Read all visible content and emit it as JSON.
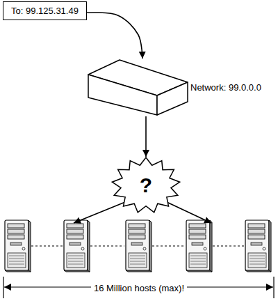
{
  "diagram": {
    "nodes": [
      {
        "text": [
          "To: 99.125.31.49"
        ]
      },
      {
        "text": [
          "Network: 99.0.0.0"
        ]
      },
      {
        "text": [
          "?"
        ]
      }
    ],
    "edges": [
      {
        "from": 0,
        "to": 1,
        "arrow": "to"
      },
      {
        "from": 1,
        "to": 2,
        "arrow": "to"
      }
    ],
    "labels": [
      "16 Million hosts (max)!"
    ]
  }
}
